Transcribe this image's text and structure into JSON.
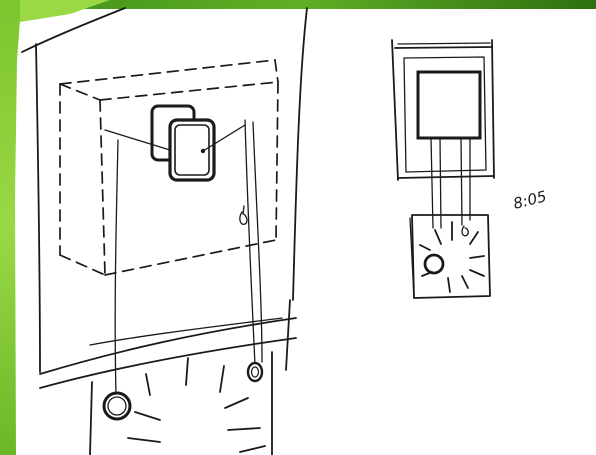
{
  "sketch": {
    "time_label": "8:05"
  },
  "colors": {
    "frame_green_light": "#8ccf3a",
    "frame_green_dark": "#2f7a12",
    "ink": "#1a1a1a",
    "paper": "#ffffff"
  },
  "icons": {
    "pendulum_large": "circle-bob",
    "pendulum_small": "circle-bob",
    "hook": "hook-glyph"
  }
}
